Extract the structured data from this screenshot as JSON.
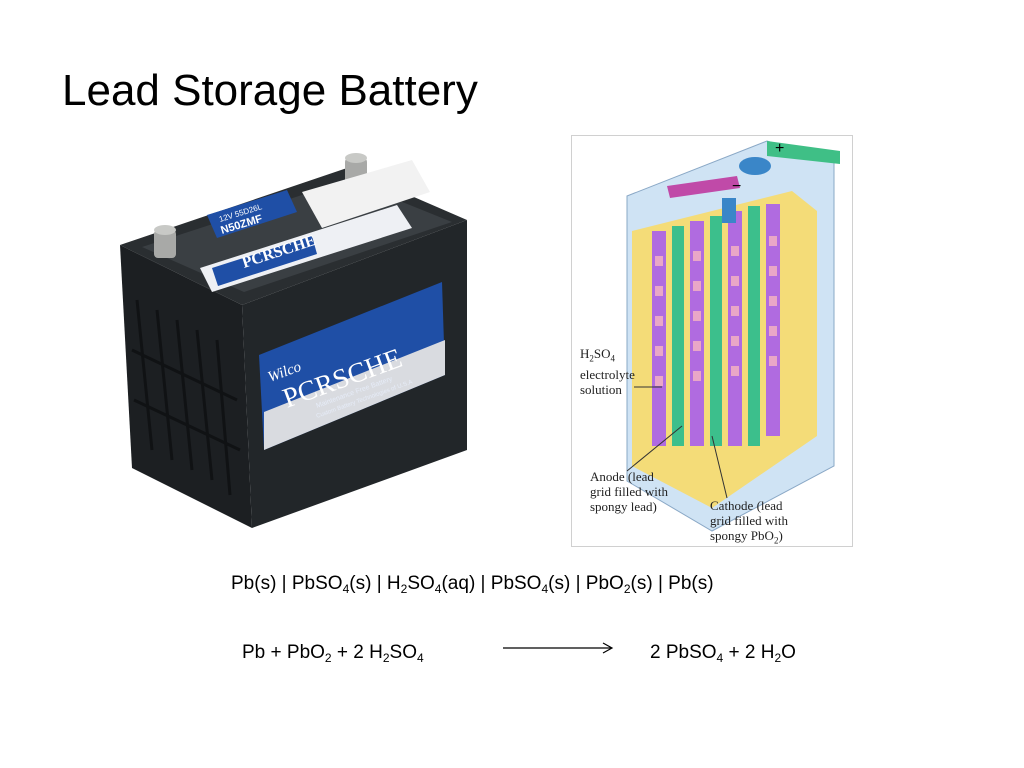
{
  "slide": {
    "title": "Lead Storage Battery"
  },
  "battery_photo": {
    "label_small": "12V  55D26L",
    "label_model": "N50ZMF",
    "brand_script": "Wilco",
    "brand_name": "PCRSCHE",
    "tagline": "Maintenance Free Battery",
    "subtagline": "Custom Battery Technologies of U.S.A",
    "colors": {
      "case": "#1c1f22",
      "label_blue": "#1f4fa6",
      "terminal": "#a8a9a7"
    }
  },
  "cutaway": {
    "plus_symbol": "+",
    "minus_symbol": "−",
    "electrolyte": {
      "line1_pre": "H",
      "line1_sub1": "2",
      "line1_mid": "SO",
      "line1_sub2": "4",
      "line2": "electrolyte",
      "line3": "solution"
    },
    "anode": {
      "line1": "Anode (lead",
      "line2": "grid filled with",
      "line3": "spongy lead)"
    },
    "cathode": {
      "line1": "Cathode (lead",
      "line2": "grid filled with",
      "line3_pre": "spongy PbO",
      "line3_sub": "2",
      "line3_post": ")"
    },
    "colors": {
      "casing": "#cfe3f4",
      "electrolyte": "#f4dc78",
      "anode_plate": "#b06be0",
      "cathode_plate": "#3cbf8c",
      "grid": "#e9a7c7",
      "terminal_neg": "#c04aa8",
      "terminal_pos": "#3fbf86"
    }
  },
  "equations": {
    "cell_notation": {
      "p1": "Pb(s) |  PbSO",
      "s1": "4",
      "p2": "(s) | H",
      "s2": "2",
      "p3": "SO",
      "s3": "4",
      "p4": "(aq) | PbSO",
      "s4": "4",
      "p5": "(s) | PbO",
      "s5": "2",
      "p6": "(s) | Pb(s)"
    },
    "reaction": {
      "r1": "Pb  +  PbO",
      "rs1": "2",
      "r2": "  +  2 H",
      "rs2": "2",
      "r3": "SO",
      "rs3": "4",
      "q1": "2 PbSO",
      "qs1": "4",
      "q2": "  +  2 H",
      "qs2": "2",
      "q3": "O"
    }
  }
}
